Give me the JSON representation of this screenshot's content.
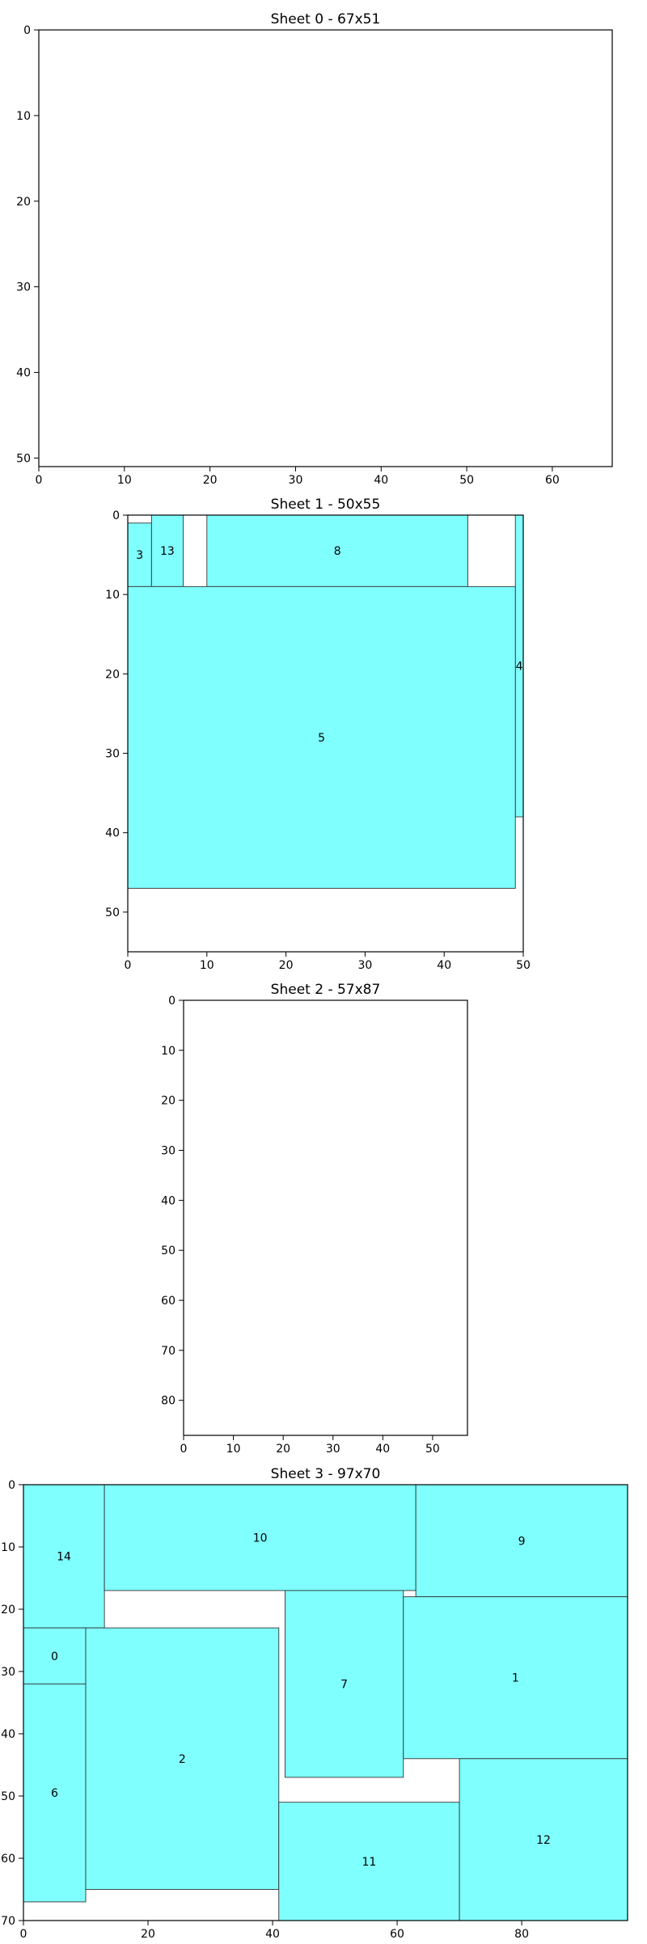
{
  "chart_data": [
    {
      "type": "rectangle-packing",
      "title": "Sheet 0 - 67x51",
      "xlim": [
        0,
        67
      ],
      "ylim": [
        0,
        51
      ],
      "y_inverted": true,
      "xticks": [
        0,
        10,
        20,
        30,
        40,
        50,
        60
      ],
      "yticks": [
        0,
        10,
        20,
        30,
        40,
        50
      ],
      "fill_color": "#80ffff",
      "pieces": []
    },
    {
      "type": "rectangle-packing",
      "title": "Sheet 1 - 50x55",
      "xlim": [
        0,
        50
      ],
      "ylim": [
        0,
        55
      ],
      "y_inverted": true,
      "xticks": [
        0,
        10,
        20,
        30,
        40,
        50
      ],
      "yticks": [
        0,
        10,
        20,
        30,
        40,
        50
      ],
      "fill_color": "#80ffff",
      "pieces": [
        {
          "label": "3",
          "x": 0,
          "y": 1,
          "w": 3,
          "h": 8
        },
        {
          "label": "13",
          "x": 3,
          "y": 0,
          "w": 4,
          "h": 9
        },
        {
          "label": "8",
          "x": 10,
          "y": 0,
          "w": 33,
          "h": 9
        },
        {
          "label": "4",
          "x": 49,
          "y": 0,
          "w": 1,
          "h": 38
        },
        {
          "label": "5",
          "x": 0,
          "y": 9,
          "w": 49,
          "h": 38
        }
      ]
    },
    {
      "type": "rectangle-packing",
      "title": "Sheet 2 - 57x87",
      "xlim": [
        0,
        57
      ],
      "ylim": [
        0,
        87
      ],
      "y_inverted": true,
      "xticks": [
        0,
        10,
        20,
        30,
        40,
        50
      ],
      "yticks": [
        0,
        10,
        20,
        30,
        40,
        50,
        60,
        70,
        80
      ],
      "fill_color": "#80ffff",
      "pieces": []
    },
    {
      "type": "rectangle-packing",
      "title": "Sheet 3 - 97x70",
      "xlim": [
        0,
        97
      ],
      "ylim": [
        0,
        70
      ],
      "y_inverted": true,
      "xticks": [
        0,
        20,
        40,
        60,
        80
      ],
      "yticks": [
        0,
        10,
        20,
        30,
        40,
        50,
        60,
        70
      ],
      "fill_color": "#80ffff",
      "pieces": [
        {
          "label": "14",
          "x": 0,
          "y": 0,
          "w": 13,
          "h": 23
        },
        {
          "label": "10",
          "x": 13,
          "y": 0,
          "w": 50,
          "h": 17
        },
        {
          "label": "9",
          "x": 63,
          "y": 0,
          "w": 34,
          "h": 18
        },
        {
          "label": "0",
          "x": 0,
          "y": 23,
          "w": 10,
          "h": 9
        },
        {
          "label": "6",
          "x": 0,
          "y": 32,
          "w": 10,
          "h": 35
        },
        {
          "label": "2",
          "x": 10,
          "y": 23,
          "w": 31,
          "h": 42
        },
        {
          "label": "7",
          "x": 42,
          "y": 17,
          "w": 19,
          "h": 30
        },
        {
          "label": "1",
          "x": 61,
          "y": 18,
          "w": 36,
          "h": 26
        },
        {
          "label": "11",
          "x": 41,
          "y": 51,
          "w": 29,
          "h": 19
        },
        {
          "label": "12",
          "x": 70,
          "y": 44,
          "w": 27,
          "h": 26
        }
      ]
    }
  ]
}
